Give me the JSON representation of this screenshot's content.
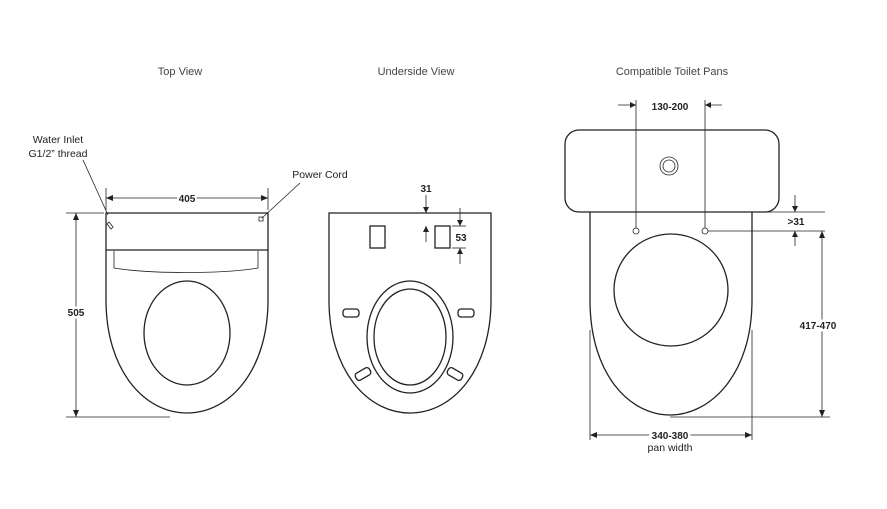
{
  "views": {
    "top": "Top View",
    "underside": "Underside View",
    "compatible": "Compatible Toilet Pans"
  },
  "labels": {
    "water_inlet_line1": "Water Inlet",
    "water_inlet_line2": "G1/2” thread",
    "power_cord": "Power Cord"
  },
  "dimensions": {
    "width": "405",
    "length": "505",
    "underside_depth": "31",
    "underside_height": "53",
    "pan_hole_spacing": "130-200",
    "pan_offset": ">31",
    "pan_length": "417-470",
    "pan_width": "340-380",
    "pan_width_caption": "pan width"
  }
}
